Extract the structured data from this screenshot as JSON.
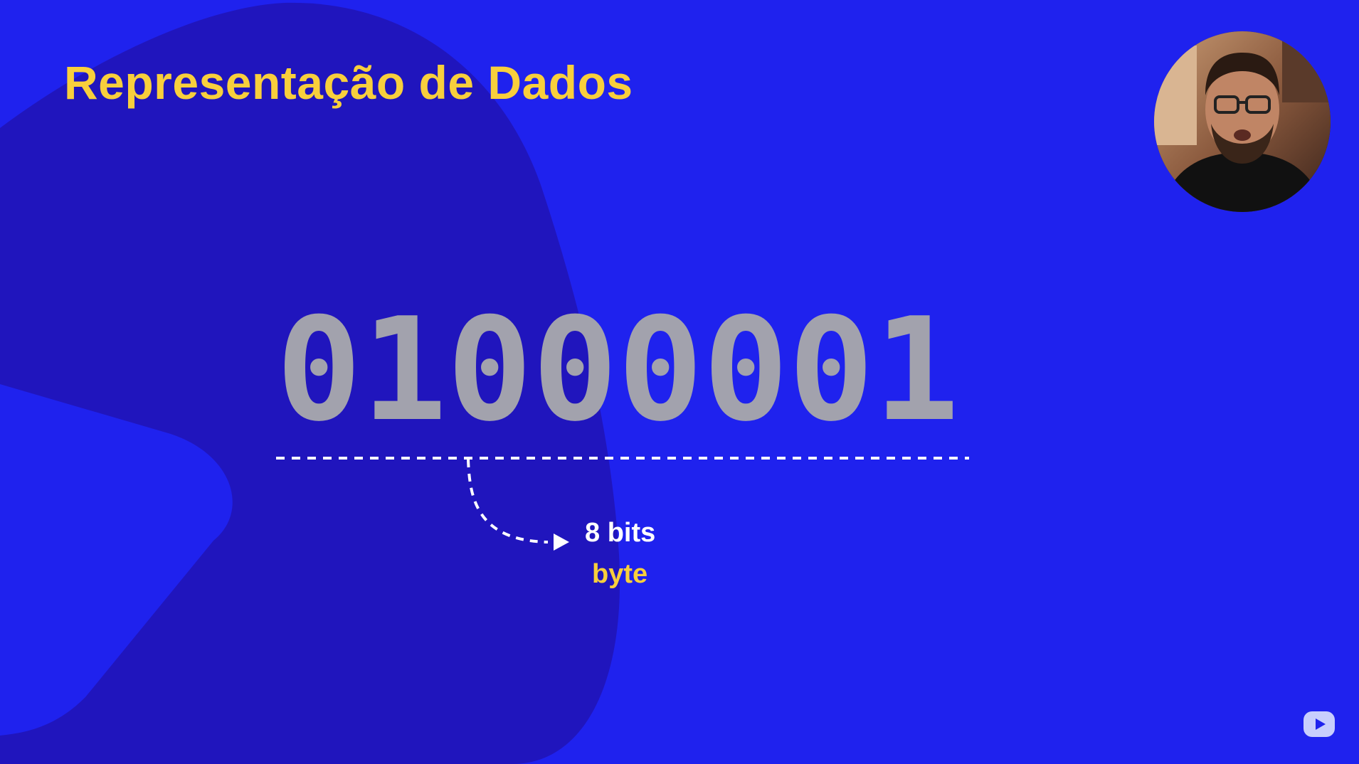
{
  "slide": {
    "title": "Representação de Dados",
    "binary_digits": [
      "0",
      "1",
      "0",
      "0",
      "0",
      "0",
      "0",
      "1"
    ],
    "annotation_bits": "8 bits",
    "annotation_byte": "byte"
  },
  "colors": {
    "background": "#1f22ee",
    "blob": "#2015bd",
    "title": "#f8cf3c",
    "digits": "#a2a2ad",
    "annotation_white": "#ffffff",
    "annotation_yellow": "#f8cf3c"
  },
  "icons": {
    "presenter": "presenter-webcam",
    "channel": "play-logo-icon"
  }
}
